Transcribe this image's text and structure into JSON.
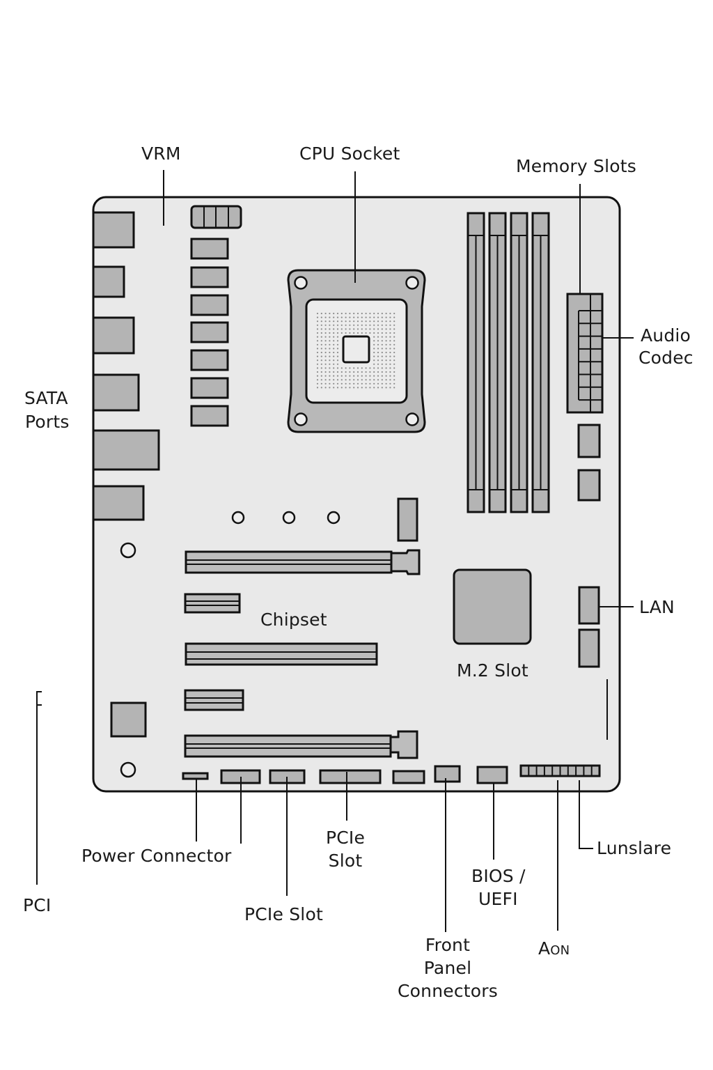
{
  "diagram": {
    "title": "Motherboard layout",
    "labels": {
      "vrm": "VRM",
      "cpu_socket": "CPU Socket",
      "memory_slots": "Memory Slots",
      "audio_codec": [
        "Audio",
        "Codec"
      ],
      "sata_ports": [
        "SATA",
        "Ports"
      ],
      "chipset": "Chipset",
      "m2_slot": "M.2 Slot",
      "lan": "LAN",
      "power_connector": "Power Connector",
      "pcie_slot_a": [
        "PCIe",
        "Slot"
      ],
      "pcie_slot_b": "PCIe Slot",
      "bios_uefi": [
        "BIOS /",
        "UEFI"
      ],
      "front_panel": [
        "Front",
        "Panel",
        "Connectors"
      ],
      "aon": "Aon",
      "lunslare": "Lunslare",
      "pci": "PCI"
    },
    "components": {
      "memory_slot_count": 4,
      "vrm_chokes": 7,
      "mounting_holes_row": 3,
      "front_header_pins": 10
    },
    "colors": {
      "board": "#e9e9e9",
      "component": "#b4b4b4",
      "outline": "#111111",
      "text": "#1a1a1a"
    }
  }
}
